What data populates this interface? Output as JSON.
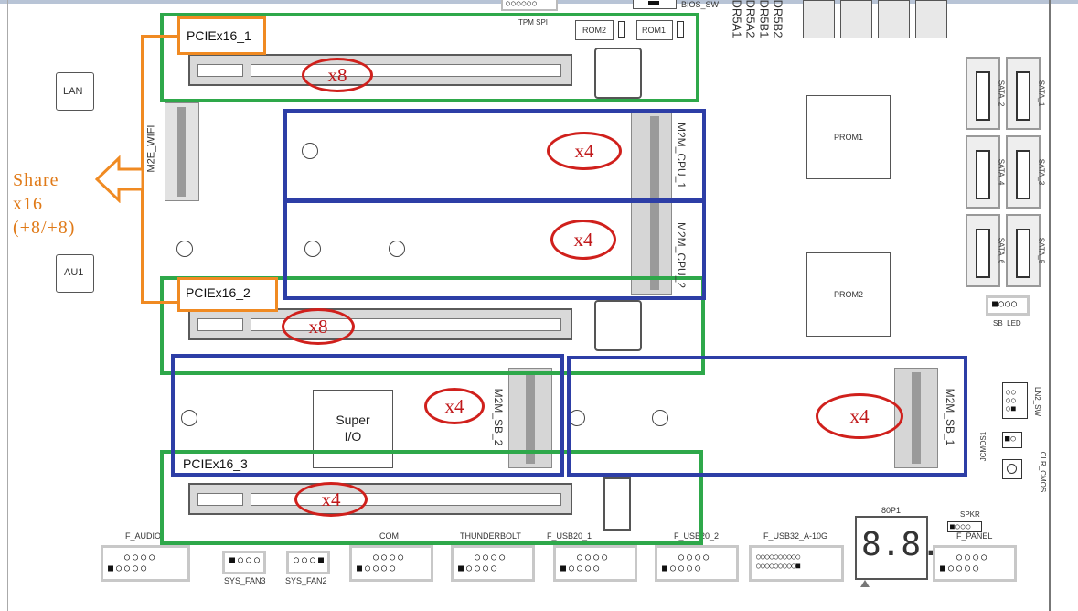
{
  "colors": {
    "pcie_box": "#2ea84a",
    "m2_box": "#2d3ea6",
    "share_annotation": "#f08a22",
    "lane_ellipse": "#d0201c"
  },
  "board_labels": {
    "tpm_spi": "TPM SPI",
    "bios_sw": "BIOS_SW",
    "rom2": "ROM2",
    "rom1": "ROM1",
    "dr5b2": "DR5B2",
    "dr5b1": "DR5B1",
    "dr5a2": "DR5A2",
    "dr5a1": "DR5A1",
    "lan": "LAN",
    "au1": "AU1",
    "m2e_wifi": "M2E_WIFI",
    "prom1": "PROM1",
    "prom2": "PROM2",
    "sata_2": "SATA_2",
    "sata_1": "SATA_1",
    "sata_4": "SATA_4",
    "sata_3": "SATA_3",
    "sata_6": "SATA_6",
    "sata_5": "SATA_5",
    "sb_led": "SB_LED",
    "ln2_sw": "LN2_SW",
    "jcmos1": "JCMOS1",
    "clr_cmos": "CLR_CMOS",
    "super_io": "Super\nI/O",
    "p80p1": "80P1",
    "p80p1_display": "8.8.",
    "spkr": "SPKR"
  },
  "pcie_slots": [
    {
      "label": "PCIEx16_1",
      "lanes": "x8"
    },
    {
      "label": "PCIEx16_2",
      "lanes": "x8"
    },
    {
      "label": "PCIEx16_3",
      "lanes": "x4"
    }
  ],
  "m2_slots": [
    {
      "label": "M2M_CPU_1",
      "lanes": "x4"
    },
    {
      "label": "M2M_CPU_2",
      "lanes": "x4"
    },
    {
      "label": "M2M_SB_2",
      "lanes": "x4"
    },
    {
      "label": "M2M_SB_1",
      "lanes": "x4"
    }
  ],
  "share_note": [
    "Share",
    "x16",
    "(+8/+8)"
  ],
  "bottom_headers": [
    {
      "label": "F_AUDIO"
    },
    {
      "label": "SYS_FAN3"
    },
    {
      "label": "SYS_FAN2"
    },
    {
      "label": "COM"
    },
    {
      "label": "THUNDERBOLT"
    },
    {
      "label": "F_USB20_1"
    },
    {
      "label": "F_USB20_2"
    },
    {
      "label": "F_USB32_A-10G"
    },
    {
      "label": "F_PANEL"
    }
  ]
}
